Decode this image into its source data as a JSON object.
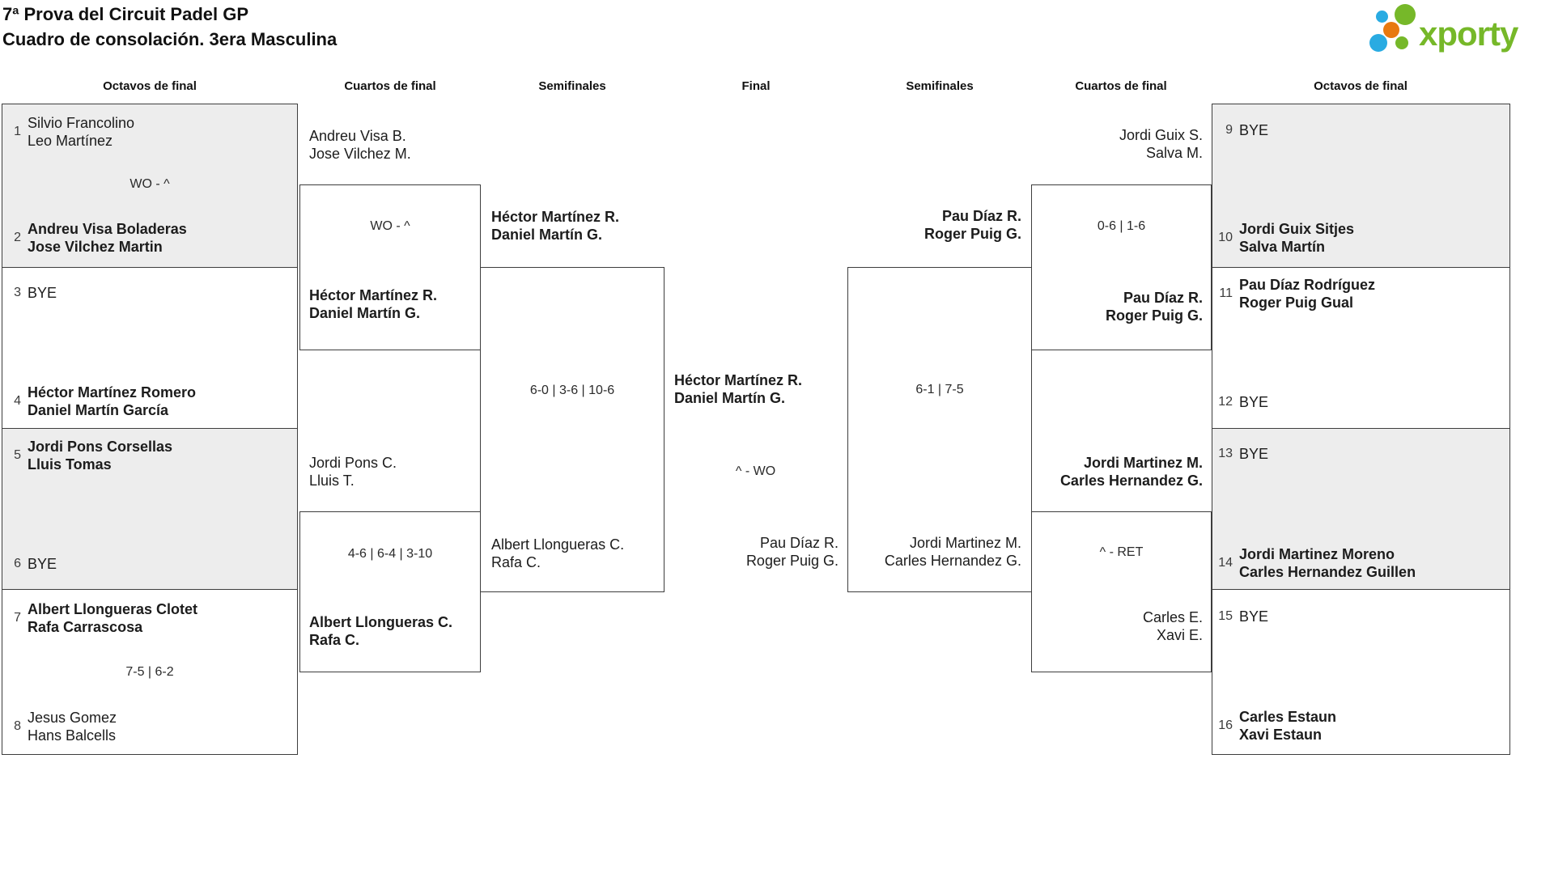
{
  "page": {
    "title_line1": "7ª Prova del Circuit Padel GP",
    "title_line2": "Cuadro de consolación. 3era Masculina"
  },
  "logo": {
    "text": "xporty",
    "dots": [
      "blue-small",
      "green-large",
      "orange",
      "blue-large",
      "green-small"
    ]
  },
  "colors": {
    "brand_green": "#76b829",
    "brand_blue": "#29abe2",
    "brand_orange": "#e8790f",
    "box_fill_alt": "#ededed",
    "box_border": "#3d3d3d"
  },
  "round_headers": [
    "Octavos de final",
    "Cuartos de final",
    "Semifinales",
    "Final",
    "Semifinales",
    "Cuartos de final",
    "Octavos de final"
  ],
  "bracket": {
    "r16_left": {
      "m1": {
        "seed_a": "1",
        "a1": "Silvio Francolino",
        "a2": "Leo Martínez",
        "score": "WO - ^",
        "seed_b": "2",
        "b1": "Andreu Visa Boladeras",
        "b2": "Jose Vilchez Martin"
      },
      "m2": {
        "seed_a": "3",
        "a1": "BYE",
        "seed_b": "4",
        "b1": "Héctor Martínez Romero",
        "b2": "Daniel Martín García"
      },
      "m3": {
        "seed_a": "5",
        "a1": "Jordi Pons Corsellas",
        "a2": "Lluis Tomas",
        "seed_b": "6",
        "b1": "BYE"
      },
      "m4": {
        "seed_a": "7",
        "a1": "Albert Llongueras Clotet",
        "a2": "Rafa Carrascosa",
        "score": "7-5 | 6-2",
        "seed_b": "8",
        "b1": "Jesus Gomez",
        "b2": "Hans Balcells"
      }
    },
    "qf_left": {
      "m1": {
        "top1": "Andreu Visa B.",
        "top2": "Jose Vilchez M.",
        "score": "WO - ^",
        "bot1": "Héctor Martínez R.",
        "bot2": "Daniel Martín G."
      },
      "m2": {
        "top1": "Jordi Pons C.",
        "top2": "Lluis T.",
        "score": "4-6 | 6-4 | 3-10",
        "bot1": "Albert Llongueras C.",
        "bot2": "Rafa C."
      }
    },
    "sf_left": {
      "top1": "Héctor Martínez R.",
      "top2": "Daniel Martín G.",
      "score": "6-0 | 3-6 | 10-6",
      "bot1": "Albert Llongueras C.",
      "bot2": "Rafa C."
    },
    "final": {
      "top1": "Héctor Martínez R.",
      "top2": "Daniel Martín G.",
      "score": "^ - WO",
      "bot1": "Pau Díaz R.",
      "bot2": "Roger Puig G."
    },
    "sf_right": {
      "top1": "Pau Díaz R.",
      "top2": "Roger Puig G.",
      "score": "6-1 | 7-5",
      "bot1": "Jordi Martinez M.",
      "bot2": "Carles Hernandez G."
    },
    "qf_right": {
      "m1": {
        "top1": "Jordi Guix S.",
        "top2": "Salva M.",
        "score": "0-6 | 1-6",
        "bot1": "Pau Díaz R.",
        "bot2": "Roger Puig G."
      },
      "m2": {
        "top1": "Jordi Martinez M.",
        "top2": "Carles Hernandez G.",
        "score": "^ - RET",
        "bot1": "Carles E.",
        "bot2": "Xavi E."
      }
    },
    "r16_right": {
      "m1": {
        "seed_a": "9",
        "a1": "BYE",
        "seed_b": "10",
        "b1": "Jordi Guix Sitjes",
        "b2": "Salva Martín"
      },
      "m2": {
        "seed_a": "11",
        "a1": "Pau Díaz Rodríguez",
        "a2": "Roger Puig Gual",
        "seed_b": "12",
        "b1": "BYE"
      },
      "m3": {
        "seed_a": "13",
        "a1": "BYE",
        "seed_b": "14",
        "b1": "Jordi Martinez Moreno",
        "b2": "Carles Hernandez Guillen"
      },
      "m4": {
        "seed_a": "15",
        "a1": "BYE",
        "seed_b": "16",
        "b1": "Carles Estaun",
        "b2": "Xavi Estaun"
      }
    }
  }
}
